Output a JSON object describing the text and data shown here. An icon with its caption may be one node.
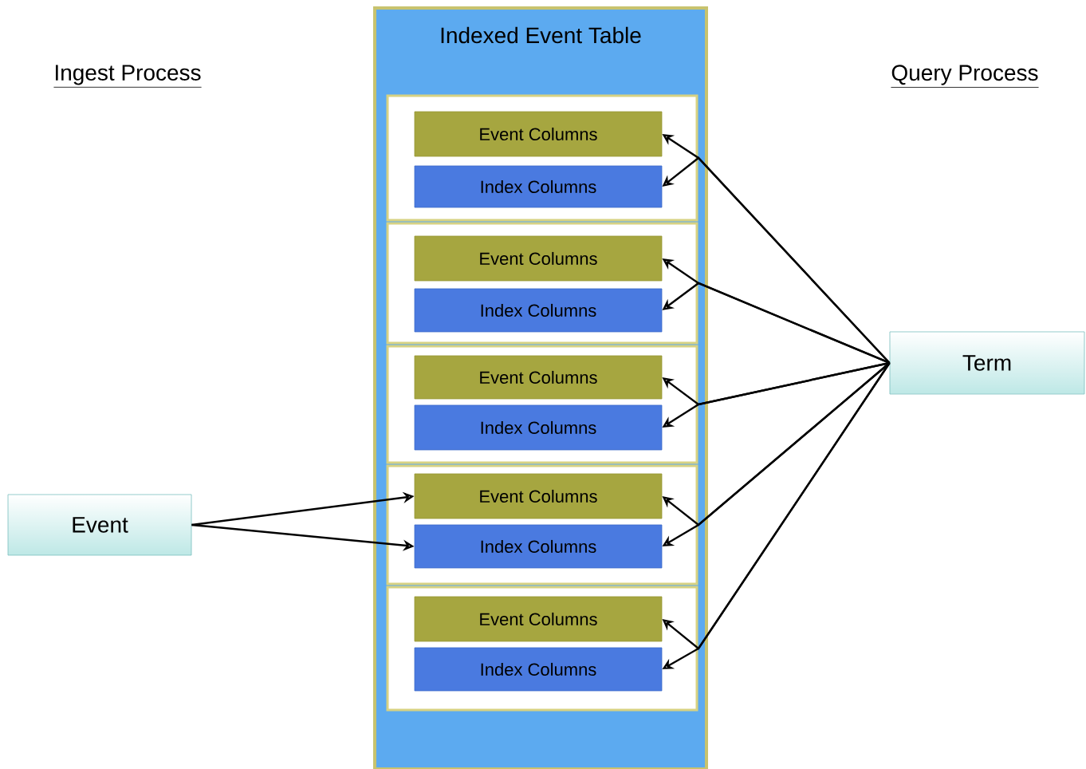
{
  "diagram": {
    "nodes": [
      {
        "text": [
          "Indexed Event Table"
        ]
      },
      {
        "text": [],
        "shape": "box",
        "in": 0
      },
      {
        "text": [
          "Event Columns"
        ],
        "in": 1
      },
      {
        "text": [
          "Index Columns"
        ],
        "in": 1
      },
      {
        "text": [],
        "shape": "box",
        "in": 0
      },
      {
        "text": [
          "Event Columns"
        ],
        "in": 4
      },
      {
        "text": [
          "Index Columns"
        ],
        "in": 4
      },
      {
        "text": [],
        "shape": "box",
        "in": 0
      },
      {
        "text": [
          "Event Columns"
        ],
        "in": 7
      },
      {
        "text": [
          "Index Columns"
        ],
        "in": 7
      },
      {
        "text": [],
        "shape": "box",
        "in": 0
      },
      {
        "text": [
          "Event Columns"
        ],
        "in": 10
      },
      {
        "text": [
          "Index Columns"
        ],
        "in": 10
      },
      {
        "text": [],
        "shape": "box",
        "in": 0
      },
      {
        "text": [
          "Event Columns"
        ],
        "in": 13
      },
      {
        "text": [
          "Index Columns"
        ],
        "in": 13
      },
      {
        "text": [
          "Event"
        ]
      },
      {
        "text": [
          "Term"
        ]
      }
    ],
    "edges": [
      {
        "from": 16,
        "to": 11,
        "arrow": "to"
      },
      {
        "from": 16,
        "to": 12,
        "arrow": "to"
      },
      {
        "from": 17,
        "to": 2,
        "arrow": "to"
      },
      {
        "from": 17,
        "to": 3,
        "arrow": "to"
      },
      {
        "from": 17,
        "to": 5,
        "arrow": "to"
      },
      {
        "from": 17,
        "to": 6,
        "arrow": "to"
      },
      {
        "from": 17,
        "to": 8,
        "arrow": "to"
      },
      {
        "from": 17,
        "to": 9,
        "arrow": "to"
      },
      {
        "from": 17,
        "to": 11,
        "arrow": "to"
      },
      {
        "from": 17,
        "to": 12,
        "arrow": "to"
      },
      {
        "from": 17,
        "to": 14,
        "arrow": "to"
      },
      {
        "from": 17,
        "to": 15,
        "arrow": "to"
      }
    ],
    "labels": [
      "Ingest Process",
      "Query Process"
    ]
  }
}
